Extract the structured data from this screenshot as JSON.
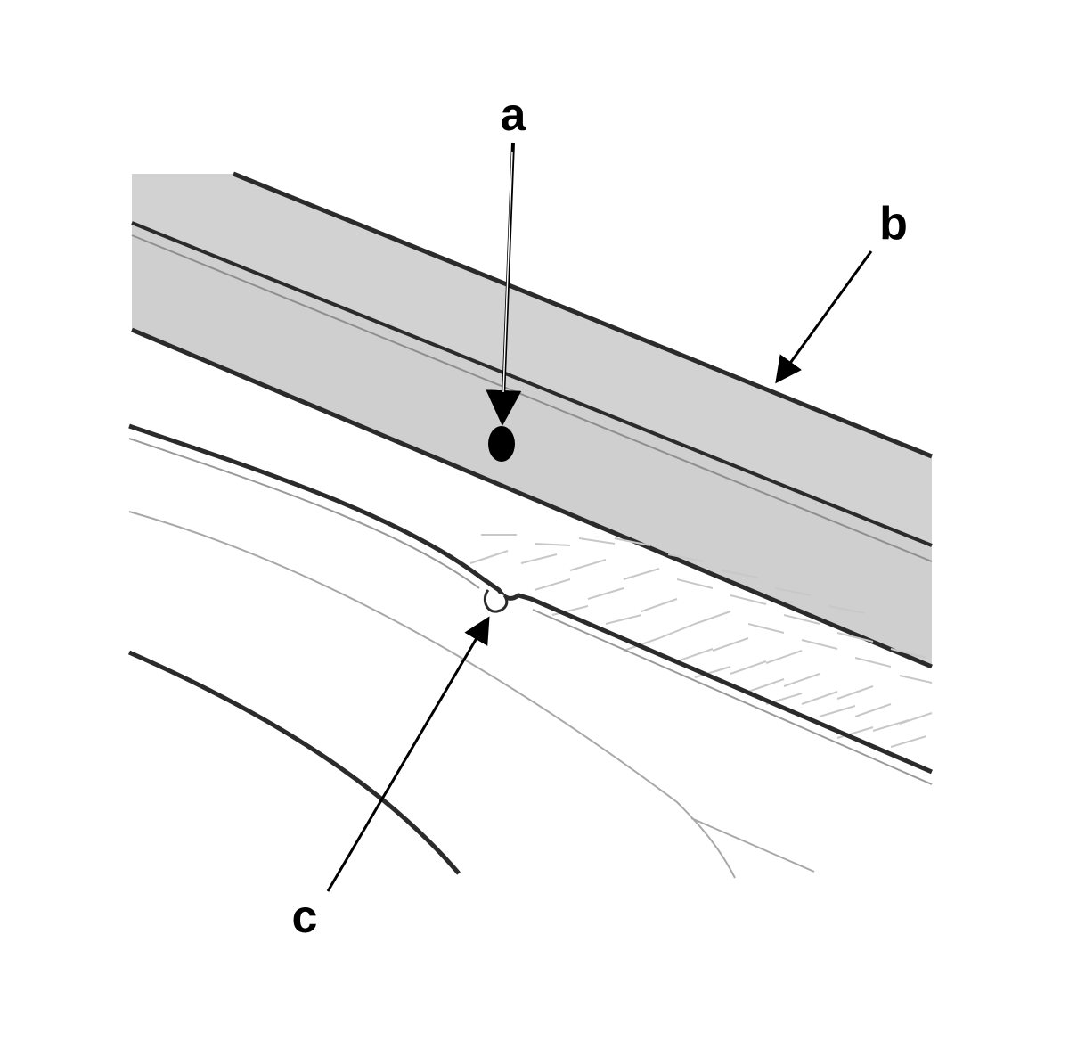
{
  "callouts": {
    "a": {
      "label": "a"
    },
    "b": {
      "label": "b"
    },
    "c": {
      "label": "c"
    }
  },
  "colors": {
    "strip_fill": "#cfcfcf",
    "strip_light": "#d9d9d9",
    "line_dark": "#2b2b2b",
    "line_light": "#9a9a9a",
    "pattern_line": "#c8c8c8",
    "arrow": "#000000",
    "fastener": "#000000",
    "background": "#ffffff"
  }
}
